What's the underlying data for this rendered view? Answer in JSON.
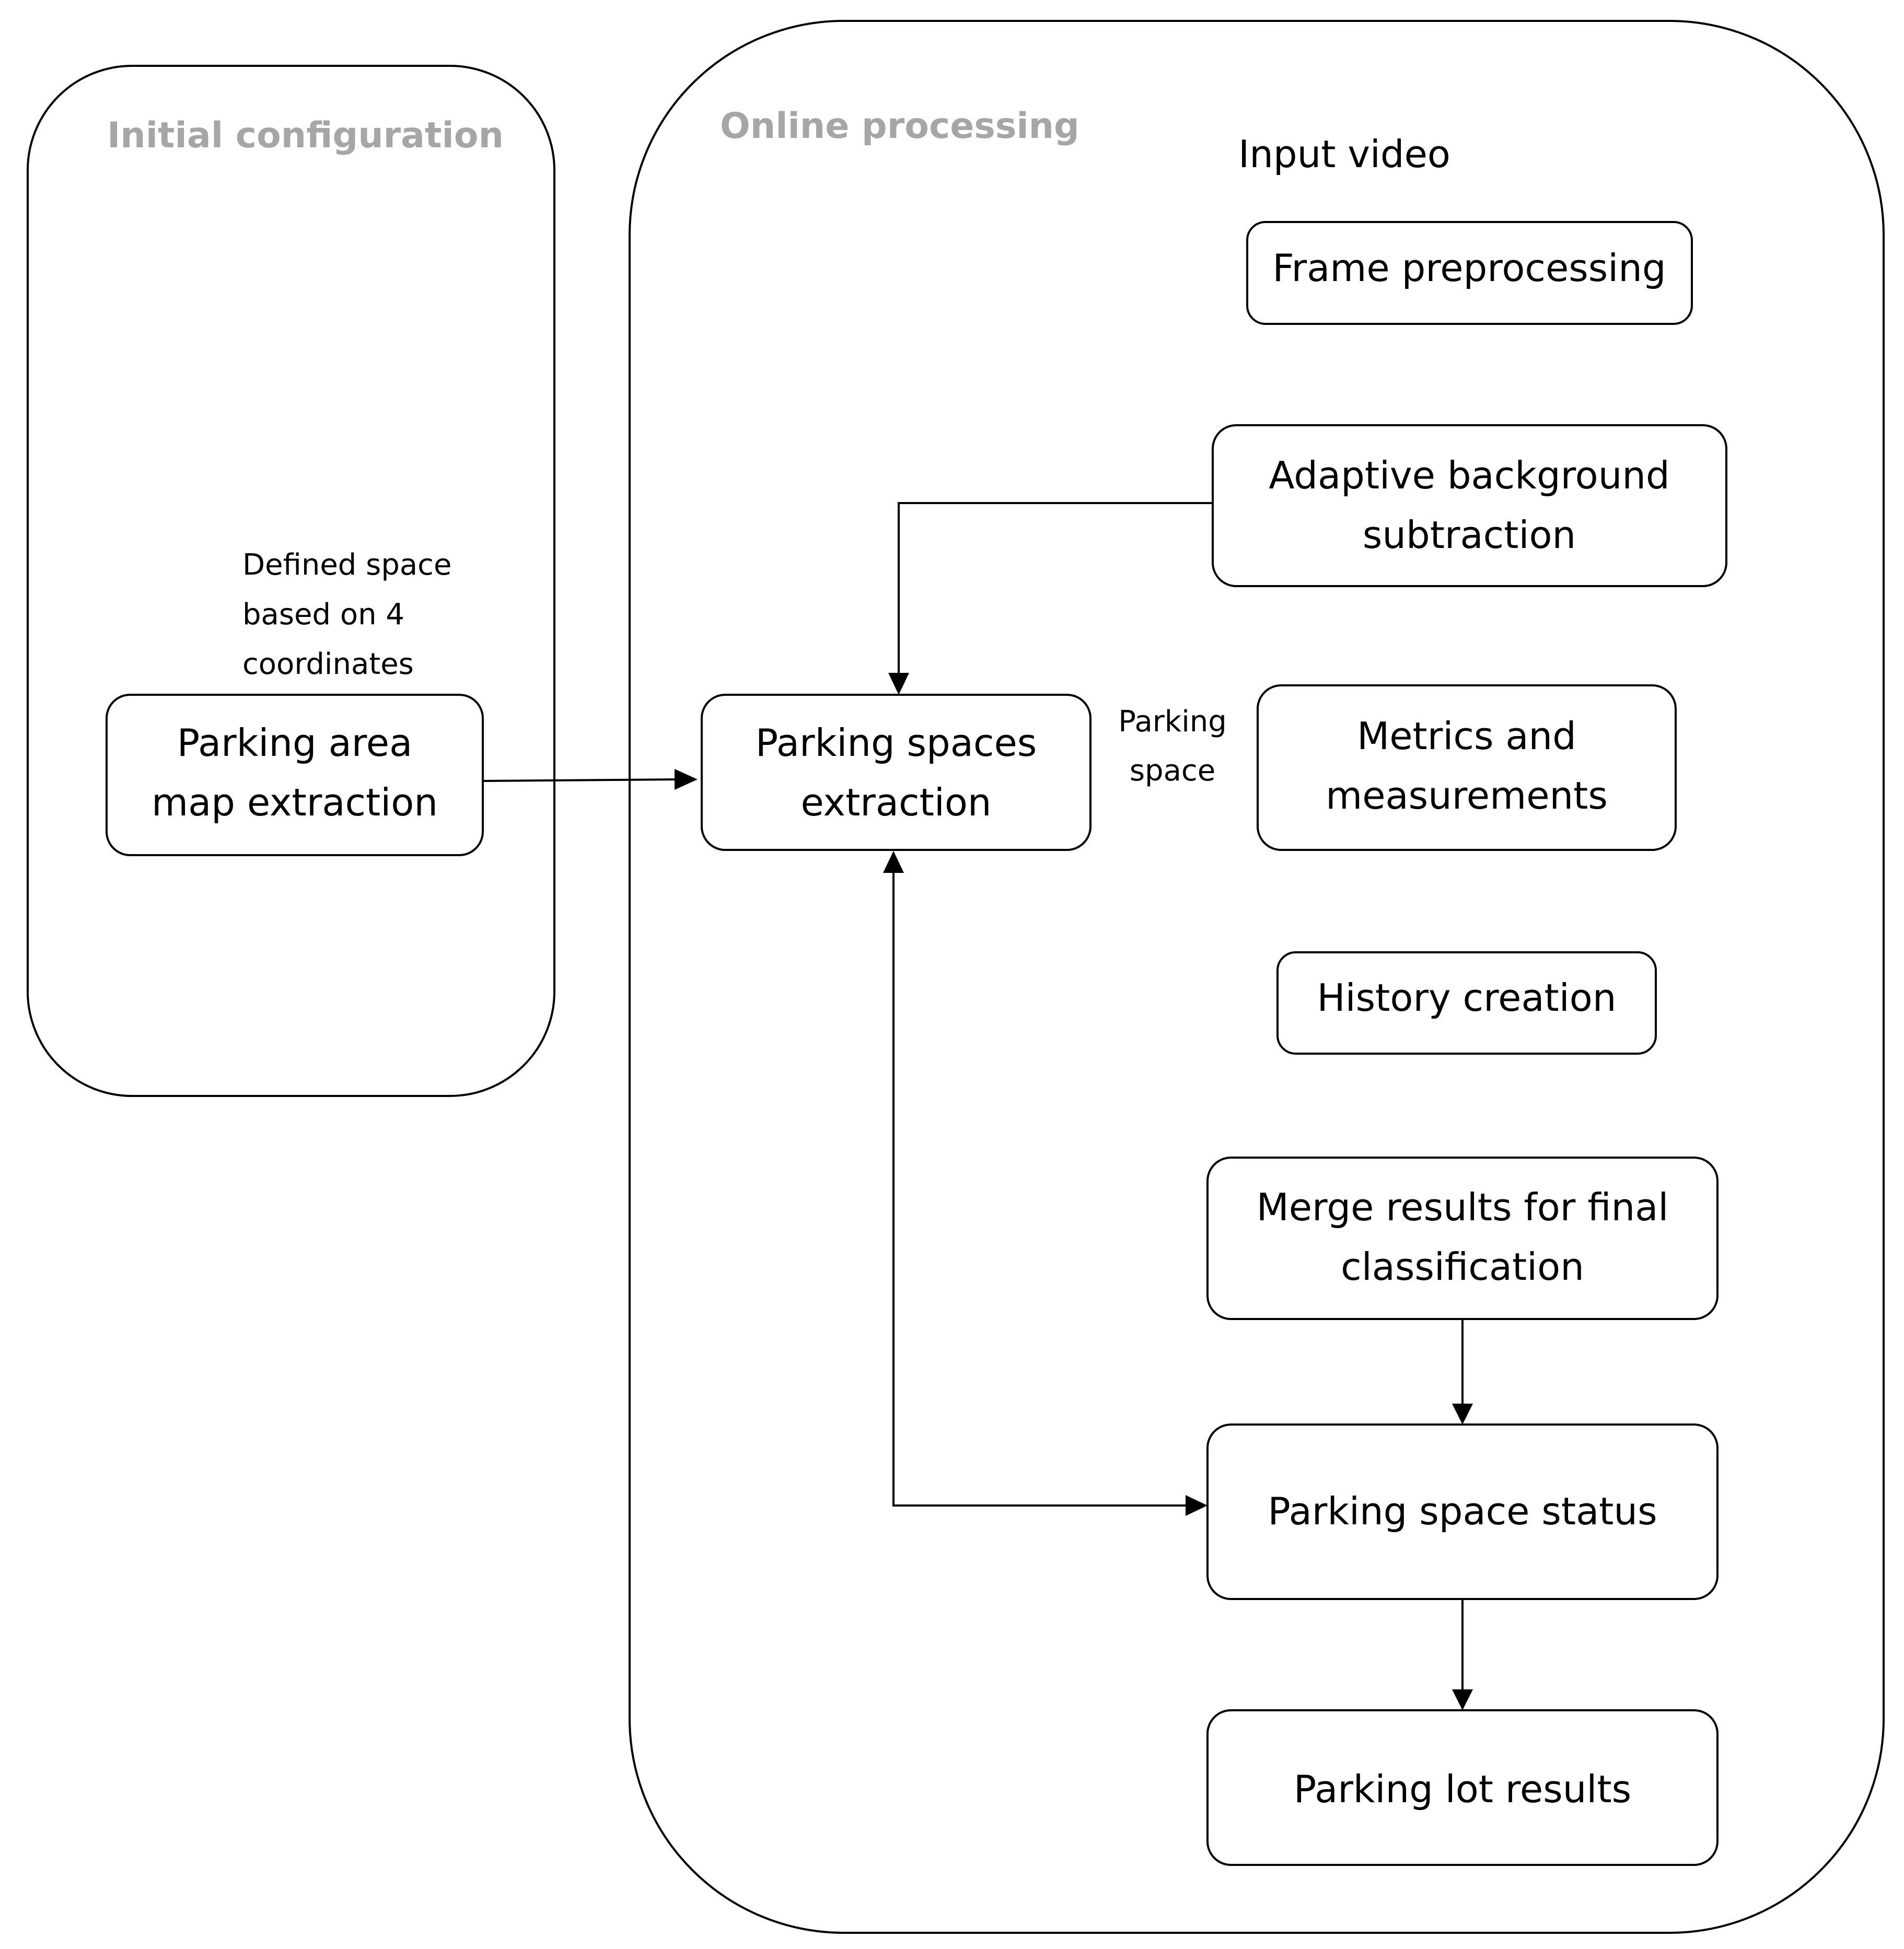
{
  "colors": {
    "stroke": "#000000",
    "group_title": "#a6a6a6",
    "text": "#000000",
    "background": "#ffffff"
  },
  "groups": {
    "initial": {
      "title": "Initial configuration"
    },
    "online": {
      "title": "Online processing"
    }
  },
  "labels": {
    "input_video": "Input video"
  },
  "notes": {
    "defined_space": [
      "Defined space",
      "based on 4",
      "coordinates"
    ],
    "parking_space": [
      "Parking",
      "space"
    ]
  },
  "nodes": {
    "parking_area_map_extraction": [
      "Parking area",
      "map extraction"
    ],
    "parking_spaces_extraction": [
      "Parking spaces",
      "extraction"
    ],
    "frame_preprocessing": [
      "Frame preprocessing"
    ],
    "adaptive_background_subtraction": [
      "Adaptive background",
      "subtraction"
    ],
    "metrics_and_measurements": [
      "Metrics and",
      "measurements"
    ],
    "history_creation": [
      "History creation"
    ],
    "merge_results": [
      "Merge results for final",
      "classification"
    ],
    "parking_space_status": [
      "Parking space status"
    ],
    "parking_lot_results": [
      "Parking lot results"
    ]
  }
}
